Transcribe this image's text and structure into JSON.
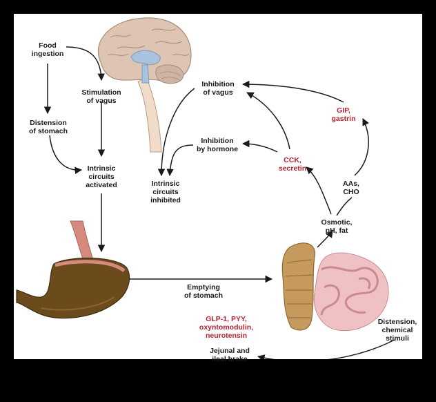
{
  "labels": {
    "food_ingestion": "Food\ningestion",
    "stimulation_vagus": "Stimulation\nof vagus",
    "distension_stomach": "Distension\nof stomach",
    "intrinsic_activated": "Intrinsic\ncircuits\nactivated",
    "inhibition_vagus": "Inhibition\nof vagus",
    "inhibition_hormone": "Inhibition\nby hormone",
    "intrinsic_inhibited": "Intrinsic\ncircuits\ninhibited",
    "gip_gastrin": "GIP,\ngastrin",
    "cck_secretin": "CCK,\nsecretin",
    "aas_cho": "AAs,\nCHO",
    "osmotic": "Osmotic,\npH, fat",
    "emptying": "Emptying\nof stomach",
    "glp": "GLP-1, PYY,\noxyntomodulin,\nneurotensin",
    "jejunal": "Jejunal and\nileal brake",
    "distension_chem": "Distension,\nchemical\nstimuli"
  },
  "colors": {
    "text": "#1a1a1a",
    "hormone_text": "#b5232e",
    "arrow": "#1a1a1a",
    "brain": "#ddc4b3",
    "brain_highlight": "#a9c3df",
    "stomach": "#6b4a1c",
    "intestine_small": "#e9aab0",
    "intestine_large": "#c59a5c"
  }
}
